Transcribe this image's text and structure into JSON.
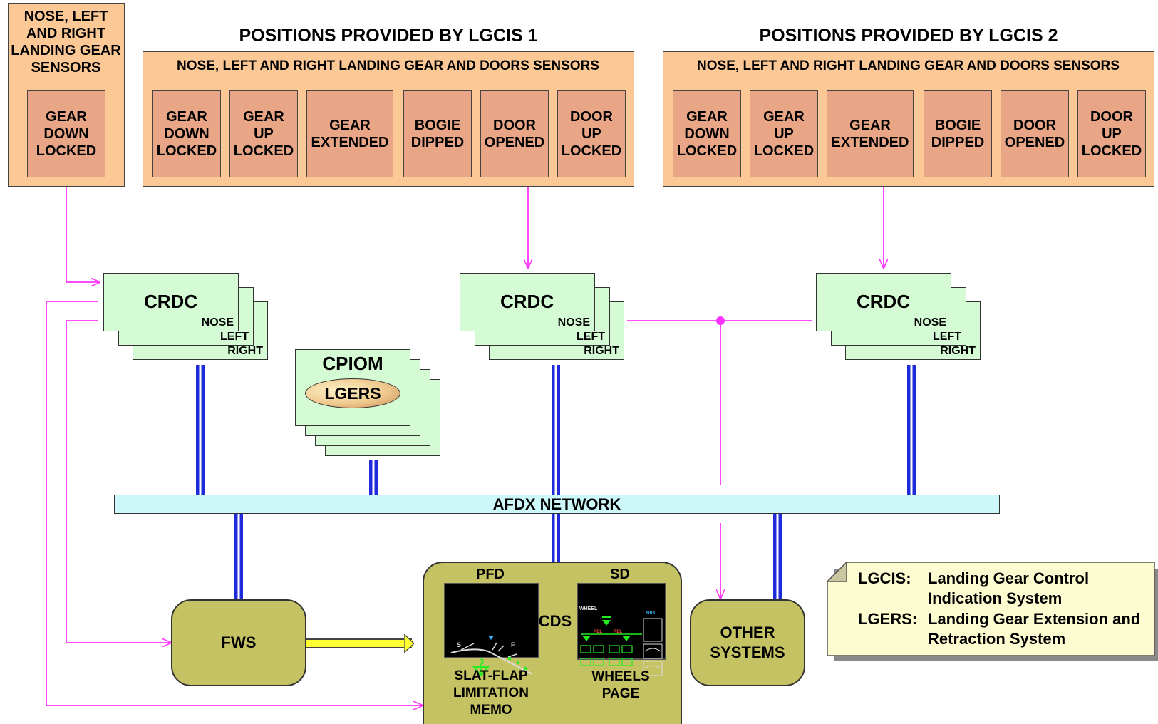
{
  "nose_sensor_box": {
    "title": "NOSE, LEFT\nAND RIGHT\nLANDING GEAR\nSENSORS",
    "sensor": "GEAR\nDOWN\nLOCKED"
  },
  "lgcis1": {
    "heading": "POSITIONS PROVIDED BY LGCIS 1",
    "panel_title": "NOSE, LEFT AND RIGHT LANDING GEAR AND DOORS SENSORS",
    "sensors": [
      "GEAR\nDOWN\nLOCKED",
      "GEAR\nUP\nLOCKED",
      "GEAR\nEXTENDED",
      "BOGIE\nDIPPED",
      "DOOR\nOPENED",
      "DOOR\nUP\nLOCKED"
    ]
  },
  "lgcis2": {
    "heading": "POSITIONS PROVIDED BY LGCIS 2",
    "panel_title": "NOSE, LEFT AND RIGHT LANDING GEAR AND DOORS SENSORS",
    "sensors": [
      "GEAR\nDOWN\nLOCKED",
      "GEAR\nUP\nLOCKED",
      "GEAR\nEXTENDED",
      "BOGIE\nDIPPED",
      "DOOR\nOPENED",
      "DOOR\nUP\nLOCKED"
    ]
  },
  "crdc": {
    "title": "CRDC",
    "nose": "NOSE",
    "left": "LEFT",
    "right": "RIGHT"
  },
  "cpiom": {
    "title": "CPIOM",
    "app": "LGERS"
  },
  "afdx": {
    "label": "AFDX NETWORK"
  },
  "fws": {
    "label": "FWS"
  },
  "cds": {
    "label": "CDS",
    "pfd_title": "PFD",
    "sd_title": "SD",
    "pfd_caption": "SLAT-FLAP\nLIMITATION\nMEMO",
    "sd_caption": "WHEELS\nPAGE"
  },
  "other_systems": {
    "label": "OTHER\nSYSTEMS"
  },
  "legend": {
    "items": [
      {
        "abbr": "LGCIS:",
        "line1": "Landing Gear Control",
        "line2": "Indication System"
      },
      {
        "abbr": "LGERS:",
        "line1": "Landing Gear Extension and",
        "line2": "Retraction System"
      }
    ]
  },
  "colors": {
    "sensor_panel": "#fcc896",
    "sensor": "#e9a687",
    "crdc": "#d4fbd4",
    "afdx": "#cdf8fa",
    "olive": "#c4c262",
    "signal_line": "#ff33ff",
    "bus": "#1f2bd8",
    "legend": "#fdfcd0"
  }
}
